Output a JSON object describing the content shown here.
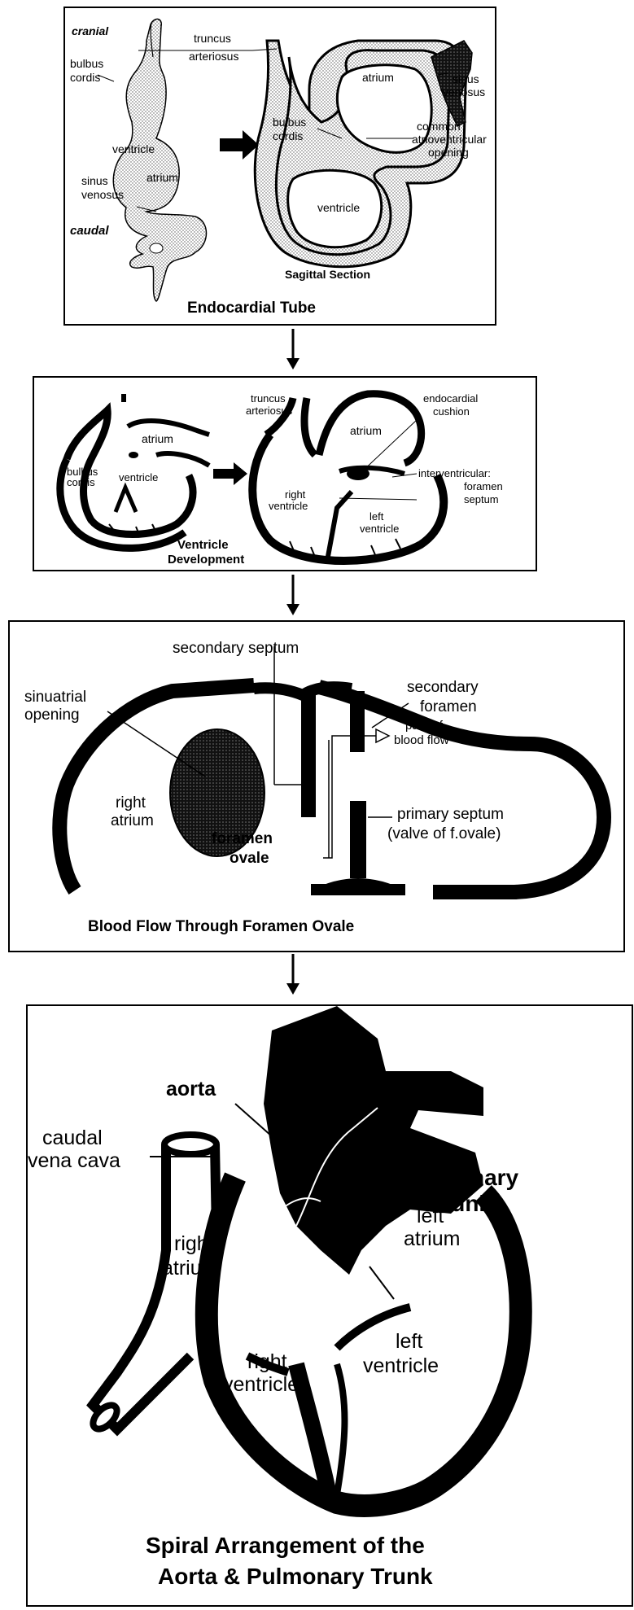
{
  "panel1": {
    "cranial": "cranial",
    "caudal": "caudal",
    "bulbus_cordis_1": "bulbus",
    "bulbus_cordis_2": "cordis",
    "truncus_1": "truncus",
    "truncus_2": "arteriosus",
    "ventricle_left": "ventricle",
    "sinus_1": "sinus",
    "sinus_2": "venosus",
    "atrium_left": "atrium",
    "atrium_right": "atrium",
    "sinus_r_1": "sinus",
    "sinus_r_2": "venosus",
    "bulbus_r_1": "bulbus",
    "bulbus_r_2": "cordis",
    "common_1": "common",
    "common_2": "atrioventricular",
    "common_3": "opening",
    "ventricle_right": "ventricle",
    "sagittal": "Sagittal Section",
    "title": "Endocardial Tube"
  },
  "panel2": {
    "truncus_1": "truncus",
    "truncus_2": "arteriosus",
    "atrium_left": "atrium",
    "bulbus_1": "bulbus",
    "bulbus_2": "cordis",
    "ventricle_left": "ventricle",
    "atrium_right": "atrium",
    "endo_1": "endocardial",
    "endo_2": "cushion",
    "inter_1": "interventricular:",
    "inter_2": "foramen",
    "inter_3": "septum",
    "right_v_1": "right",
    "right_v_2": "ventricle",
    "left_v_1": "left",
    "left_v_2": "ventricle",
    "title_1": "Ventricle",
    "title_2": "Development"
  },
  "panel3": {
    "secondary_septum": "secondary  septum",
    "sinuatrial_1": "sinuatrial",
    "sinuatrial_2": "opening",
    "secondary_foramen_1": "secondary",
    "secondary_foramen_2": "foramen",
    "path_1": "path of",
    "path_2": "blood flow",
    "right_atrium_1": "right",
    "right_atrium_2": "atrium",
    "primary_1": "primary septum",
    "primary_2": "(valve of f.ovale)",
    "foramen_1": "foramen",
    "foramen_2": "ovale",
    "title": "Blood Flow Through Foramen Ovale"
  },
  "panel4": {
    "aorta": "aorta",
    "caudal_1": "caudal",
    "caudal_2": "vena cava",
    "pulmonary_1": "pulmonary",
    "pulmonary_2": "trunk",
    "left_atrium_1": "left",
    "left_atrium_2": "atrium",
    "right_atrium_1": "right",
    "right_atrium_2": "atrium",
    "left_ventricle_1": "left",
    "left_ventricle_2": "ventricle",
    "right_ventricle_1": "right",
    "right_ventricle_2": "ventricle",
    "title_1": "Spiral Arrangement of the",
    "title_2": "Aorta & Pulmonary Trunk"
  }
}
